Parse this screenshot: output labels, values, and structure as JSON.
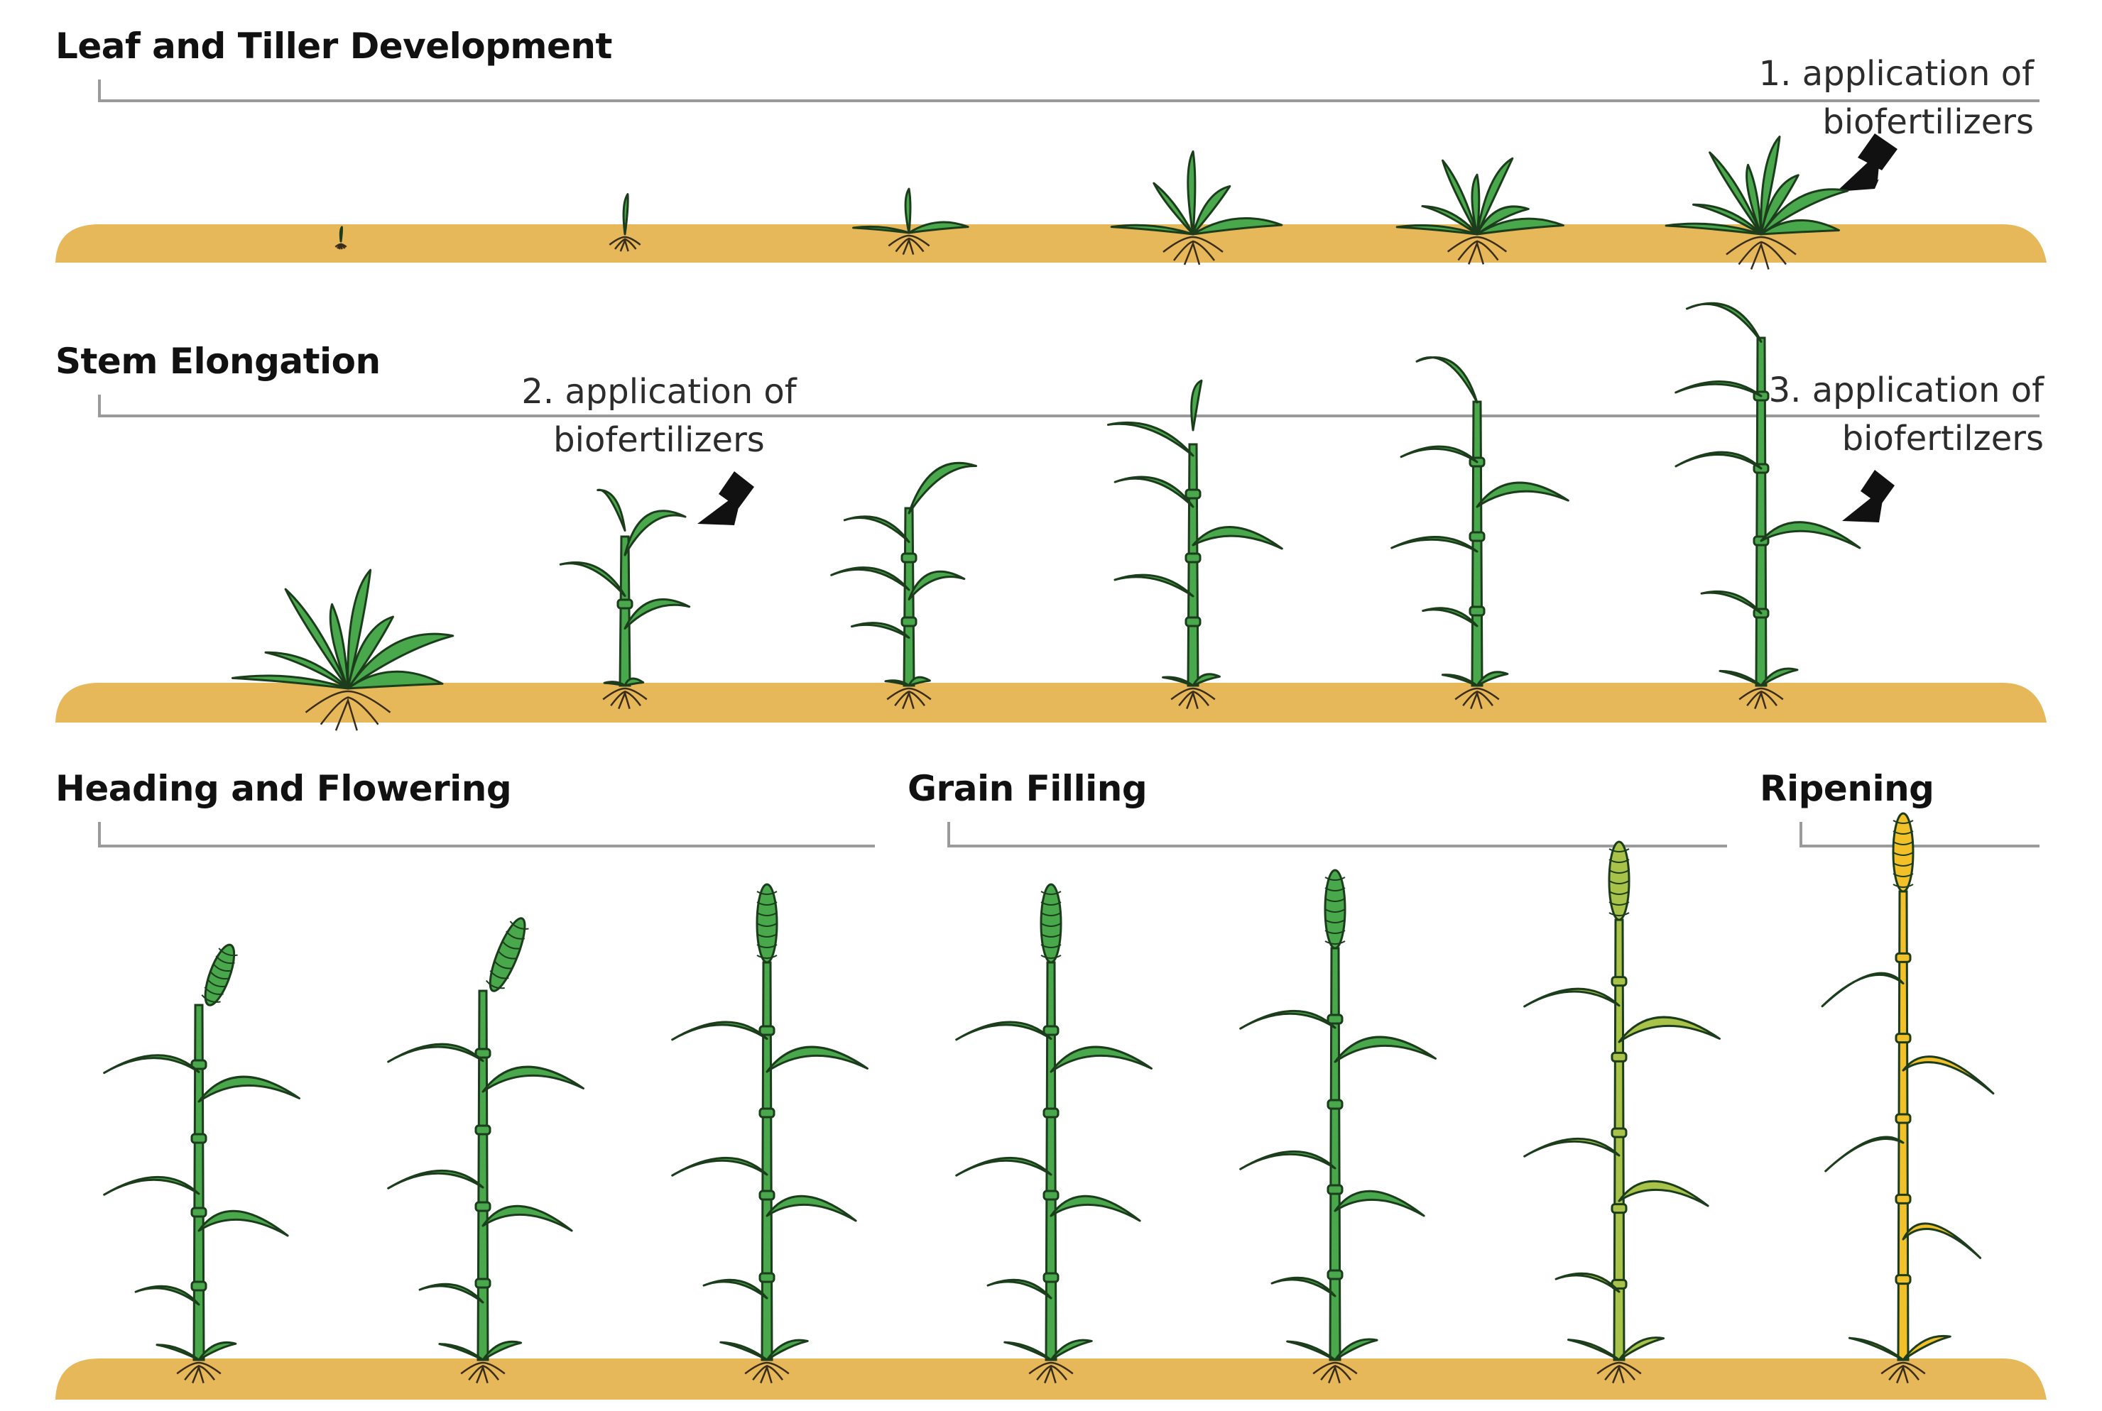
{
  "sections": {
    "leaf_tiller": {
      "title": "Leaf and Tiller Development"
    },
    "stem_elongation": {
      "title": "Stem Elongation"
    },
    "heading_flowering": {
      "title": "Heading and Flowering"
    },
    "grain_filling": {
      "title": "Grain Filling"
    },
    "ripening": {
      "title": "Ripening"
    }
  },
  "annotations": [
    {
      "line1": "1. application of",
      "line2": "biofertilizers"
    },
    {
      "line1": "2. application of",
      "line2": "biofertilizers"
    },
    {
      "line1": "3. application of",
      "line2": "biofertilzers"
    }
  ],
  "colors": {
    "soil": "#e6b85a",
    "leaf_green": "#4aa84c",
    "leaf_outline": "#1c3d1c",
    "pale_green": "#a8c24a",
    "ripe_yellow": "#f2c028",
    "bracket": "#9a9a9a",
    "arrow": "#111111"
  }
}
